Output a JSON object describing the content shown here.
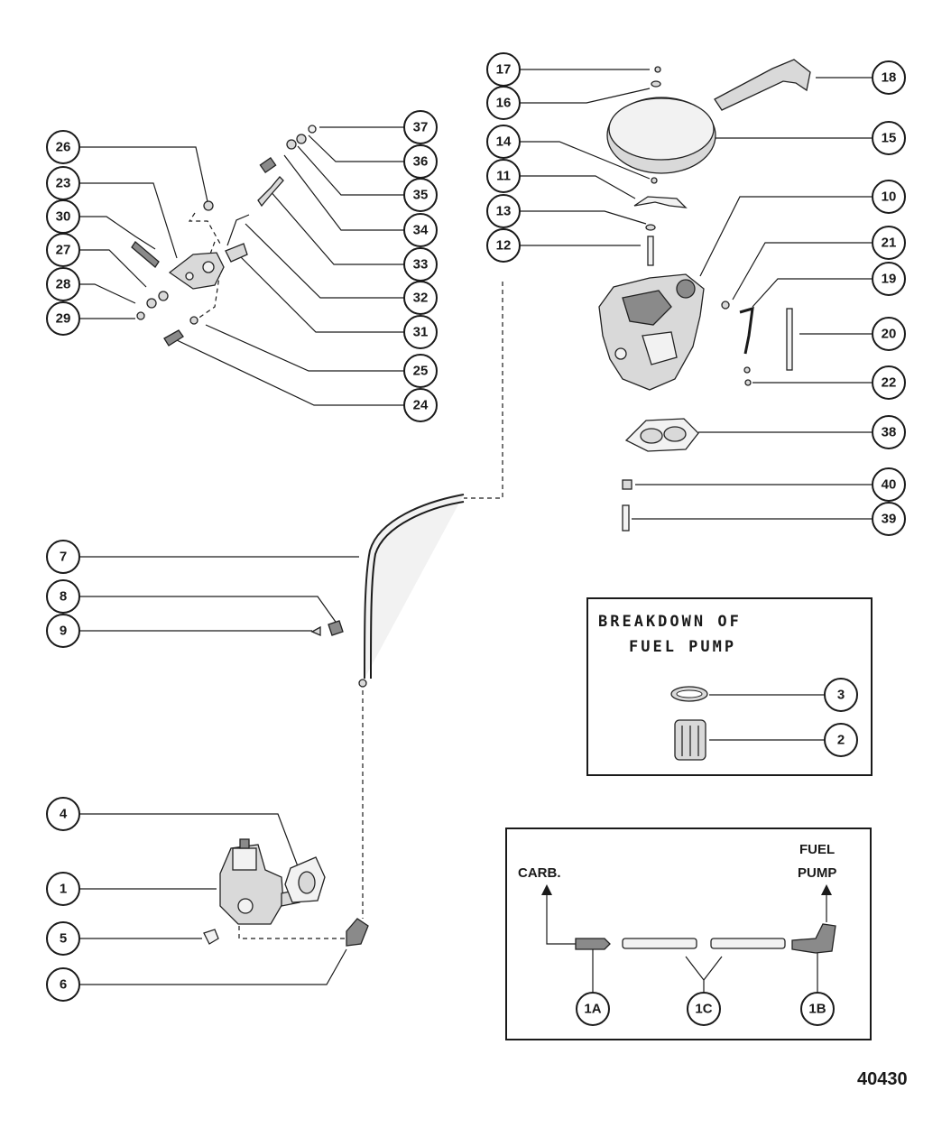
{
  "callouts": {
    "c1": "1",
    "c2": "2",
    "c3": "3",
    "c4": "4",
    "c5": "5",
    "c6": "6",
    "c7": "7",
    "c8": "8",
    "c9": "9",
    "c10": "10",
    "c11": "11",
    "c12": "12",
    "c13": "13",
    "c14": "14",
    "c15": "15",
    "c16": "16",
    "c17": "17",
    "c18": "18",
    "c19": "19",
    "c20": "20",
    "c21": "21",
    "c22": "22",
    "c23": "23",
    "c24": "24",
    "c25": "25",
    "c26": "26",
    "c27": "27",
    "c28": "28",
    "c29": "29",
    "c30": "30",
    "c31": "31",
    "c32": "32",
    "c33": "33",
    "c34": "34",
    "c35": "35",
    "c36": "36",
    "c37": "37",
    "c38": "38",
    "c39": "39",
    "c40": "40",
    "c1a": "1A",
    "c1b": "1B",
    "c1c": "1C"
  },
  "breakdown_box": {
    "title_line1": "BREAKDOWN OF",
    "title_line2": "FUEL PUMP"
  },
  "line_box": {
    "carb_label": "CARB.",
    "pump_label_line1": "FUEL",
    "pump_label_line2": "PUMP"
  },
  "figure_number": "40430"
}
